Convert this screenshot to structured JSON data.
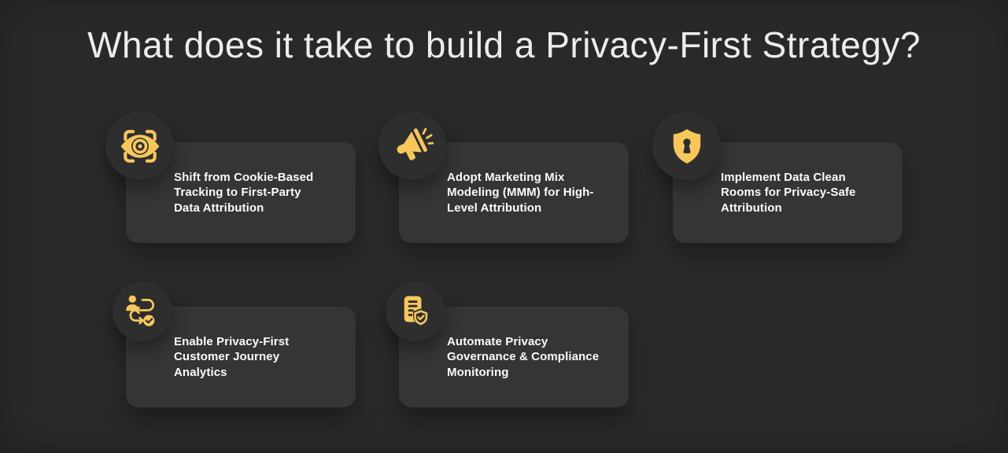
{
  "page": {
    "title": "What does it take to build a Privacy-First Strategy?"
  },
  "theme": {
    "bg": "#292929",
    "card": "#353535",
    "badge": "#2e2e2f",
    "accent": "#f7c75c",
    "title": "#ececec",
    "text": "#fbfbfb"
  },
  "cards": [
    {
      "icon": "eye-scan-icon",
      "label": "Shift from Cookie-Based Tracking to First-Party Data Attribution"
    },
    {
      "icon": "megaphone-icon",
      "label": "Adopt Marketing Mix Modeling (MMM) for High-Level Attribution"
    },
    {
      "icon": "shield-keyhole-icon",
      "label": "Implement Data Clean Rooms for Privacy-Safe Attribution"
    },
    {
      "icon": "customer-journey-icon",
      "label": "Enable Privacy-First Customer Journey Analytics"
    },
    {
      "icon": "compliance-doc-icon",
      "label": "Automate Privacy Governance & Compliance Monitoring"
    }
  ]
}
